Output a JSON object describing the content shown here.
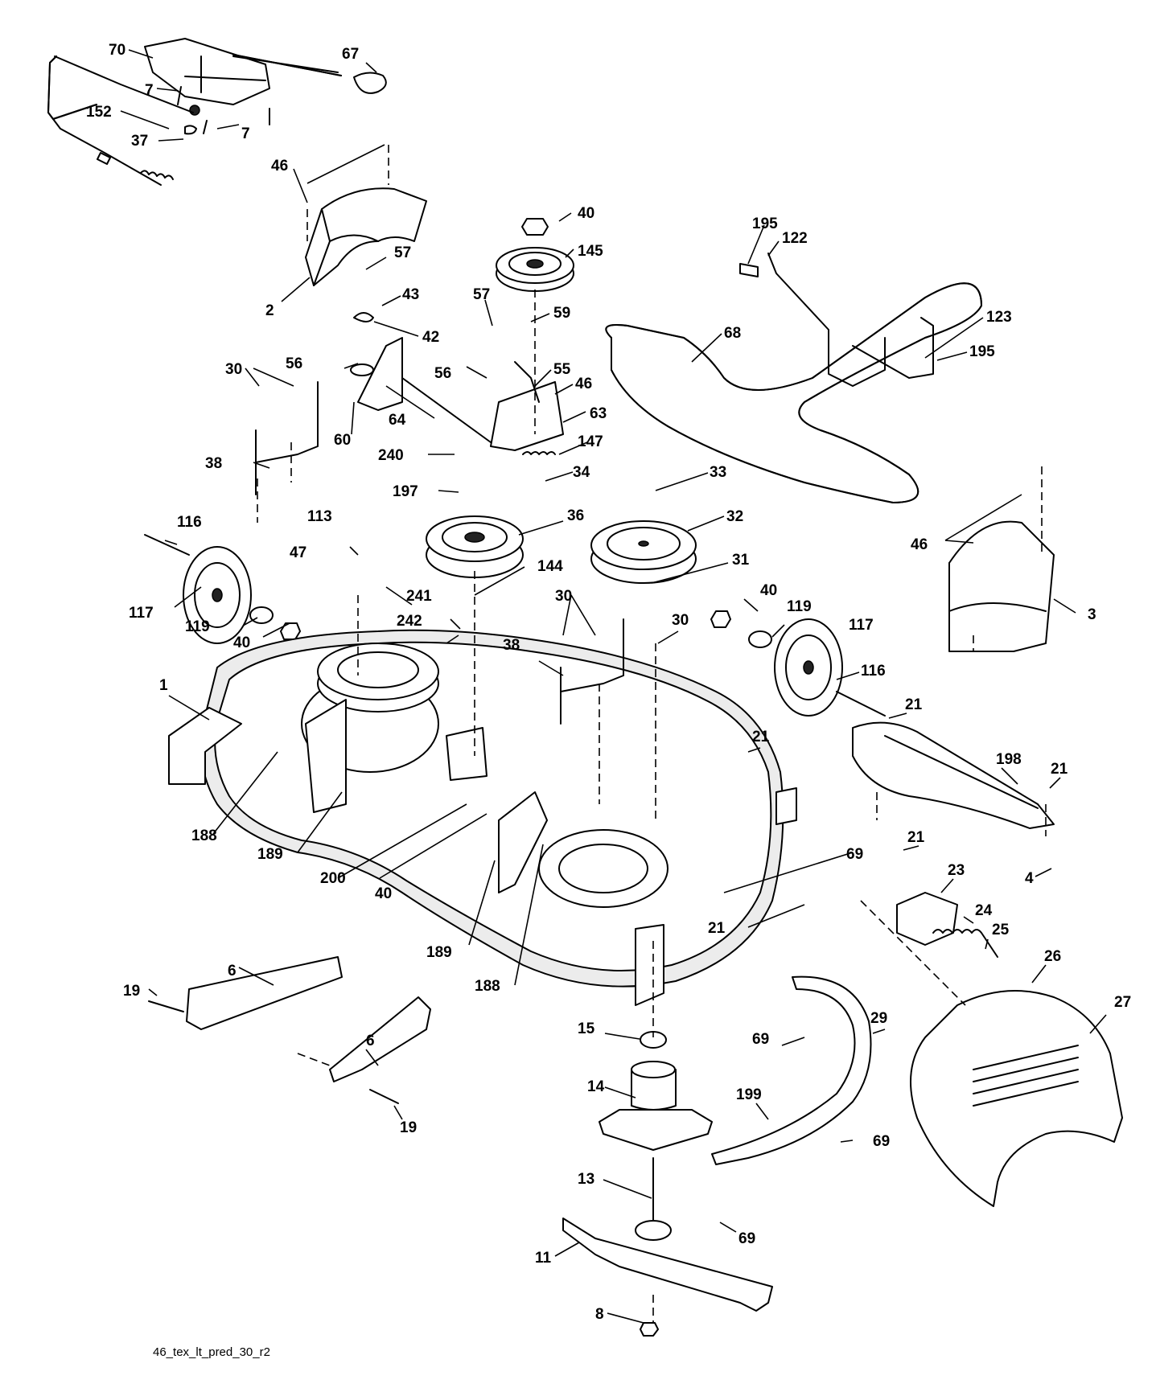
{
  "diagram": {
    "caption": "46_tex_lt_pred_30_r2",
    "callouts": [
      {
        "id": "c70",
        "text": "70"
      },
      {
        "id": "c67",
        "text": "67"
      },
      {
        "id": "c7a",
        "text": "7"
      },
      {
        "id": "c7b",
        "text": "7"
      },
      {
        "id": "c152",
        "text": "152"
      },
      {
        "id": "c37",
        "text": "37"
      },
      {
        "id": "c46a",
        "text": "46"
      },
      {
        "id": "c2",
        "text": "2"
      },
      {
        "id": "c57a",
        "text": "57"
      },
      {
        "id": "c43",
        "text": "43"
      },
      {
        "id": "c42",
        "text": "42"
      },
      {
        "id": "c40a",
        "text": "40"
      },
      {
        "id": "c145",
        "text": "145"
      },
      {
        "id": "c57b",
        "text": "57"
      },
      {
        "id": "c59",
        "text": "59"
      },
      {
        "id": "c195a",
        "text": "195"
      },
      {
        "id": "c122",
        "text": "122"
      },
      {
        "id": "c68",
        "text": "68"
      },
      {
        "id": "c123",
        "text": "123"
      },
      {
        "id": "c195b",
        "text": "195"
      },
      {
        "id": "c30a",
        "text": "30"
      },
      {
        "id": "c56a",
        "text": "56"
      },
      {
        "id": "c60",
        "text": "60"
      },
      {
        "id": "c56b",
        "text": "56"
      },
      {
        "id": "c55",
        "text": "55"
      },
      {
        "id": "c46b",
        "text": "46"
      },
      {
        "id": "c64",
        "text": "64"
      },
      {
        "id": "c63",
        "text": "63"
      },
      {
        "id": "c38a",
        "text": "38"
      },
      {
        "id": "c240",
        "text": "240"
      },
      {
        "id": "c147",
        "text": "147"
      },
      {
        "id": "c34",
        "text": "34"
      },
      {
        "id": "c197",
        "text": "197"
      },
      {
        "id": "c33",
        "text": "33"
      },
      {
        "id": "c36",
        "text": "36"
      },
      {
        "id": "c32",
        "text": "32"
      },
      {
        "id": "c46c",
        "text": "46"
      },
      {
        "id": "c116a",
        "text": "116"
      },
      {
        "id": "c113",
        "text": "113"
      },
      {
        "id": "c47",
        "text": "47"
      },
      {
        "id": "c144",
        "text": "144"
      },
      {
        "id": "c31",
        "text": "31"
      },
      {
        "id": "c3",
        "text": "3"
      },
      {
        "id": "c117a",
        "text": "117"
      },
      {
        "id": "c119a",
        "text": "119"
      },
      {
        "id": "c40b",
        "text": "40"
      },
      {
        "id": "c241",
        "text": "241"
      },
      {
        "id": "c30b",
        "text": "30"
      },
      {
        "id": "c40c",
        "text": "40"
      },
      {
        "id": "c119b",
        "text": "119"
      },
      {
        "id": "c242",
        "text": "242"
      },
      {
        "id": "c30c",
        "text": "30"
      },
      {
        "id": "c117b",
        "text": "117"
      },
      {
        "id": "c38b",
        "text": "38"
      },
      {
        "id": "c116b",
        "text": "116"
      },
      {
        "id": "c1",
        "text": "1"
      },
      {
        "id": "c21a",
        "text": "21"
      },
      {
        "id": "c21b",
        "text": "21"
      },
      {
        "id": "c198",
        "text": "198"
      },
      {
        "id": "c21c",
        "text": "21"
      },
      {
        "id": "c188a",
        "text": "188"
      },
      {
        "id": "c189a",
        "text": "189"
      },
      {
        "id": "c200",
        "text": "200"
      },
      {
        "id": "c40d",
        "text": "40"
      },
      {
        "id": "c69a",
        "text": "69"
      },
      {
        "id": "c4",
        "text": "4"
      },
      {
        "id": "c21d",
        "text": "21"
      },
      {
        "id": "c23",
        "text": "23"
      },
      {
        "id": "c24",
        "text": "24"
      },
      {
        "id": "c25",
        "text": "25"
      },
      {
        "id": "c21e",
        "text": "21"
      },
      {
        "id": "c189b",
        "text": "189"
      },
      {
        "id": "c26",
        "text": "26"
      },
      {
        "id": "c19a",
        "text": "19"
      },
      {
        "id": "c6a",
        "text": "6"
      },
      {
        "id": "c188b",
        "text": "188"
      },
      {
        "id": "c27",
        "text": "27"
      },
      {
        "id": "c15",
        "text": "15"
      },
      {
        "id": "c29",
        "text": "29"
      },
      {
        "id": "c69b",
        "text": "69"
      },
      {
        "id": "c14",
        "text": "14"
      },
      {
        "id": "c6b",
        "text": "6"
      },
      {
        "id": "c199",
        "text": "199"
      },
      {
        "id": "c19b",
        "text": "19"
      },
      {
        "id": "c69c",
        "text": "69"
      },
      {
        "id": "c13",
        "text": "13"
      },
      {
        "id": "c69d",
        "text": "69"
      },
      {
        "id": "c11",
        "text": "11"
      },
      {
        "id": "c8",
        "text": "8"
      }
    ]
  }
}
